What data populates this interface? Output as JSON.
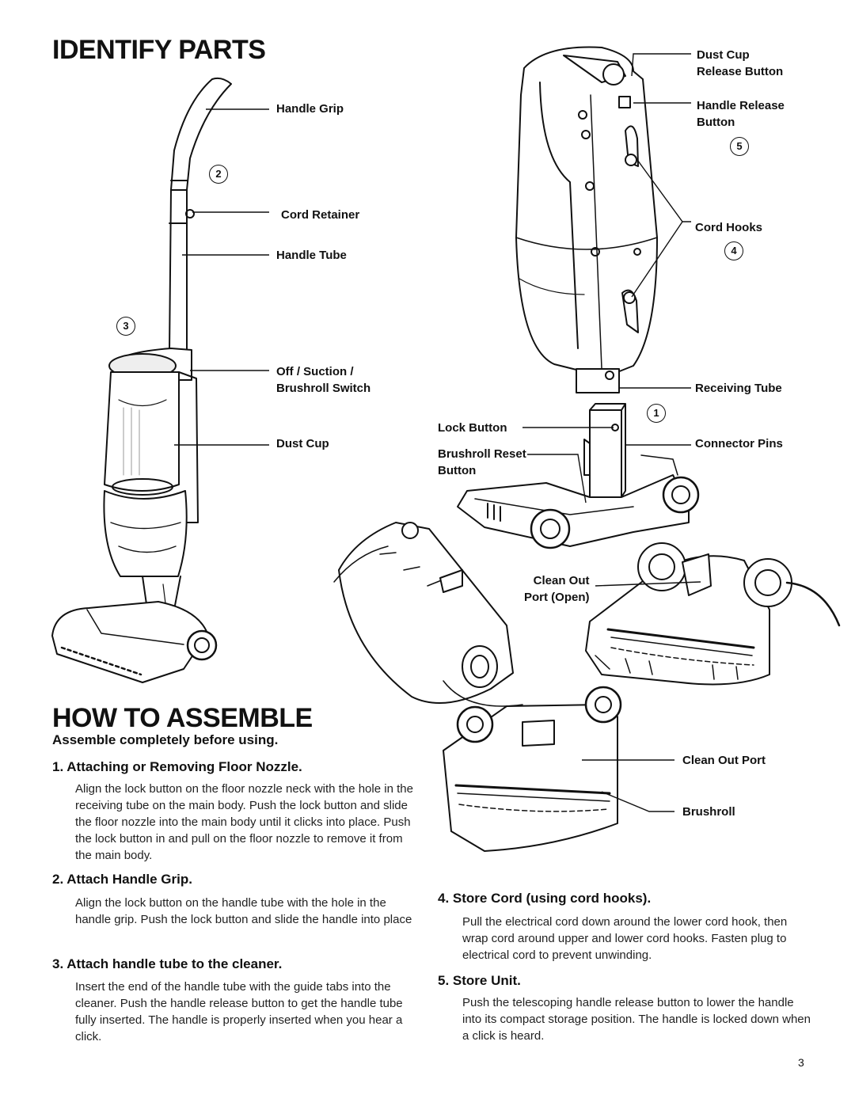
{
  "title_identify": "IDENTIFY PARTS",
  "title_assemble": "HOW TO ASSEMBLE",
  "labels": {
    "handle_grip": "Handle Grip",
    "cord_retainer": "Cord Retainer",
    "handle_tube": "Handle Tube",
    "switch": "Off / Suction /\nBrushroll Switch",
    "dust_cup": "Dust Cup",
    "dust_cup_release": "Dust Cup\nRelease Button",
    "handle_release": "Handle Release\nButton",
    "cord_hooks": "Cord Hooks",
    "receiving_tube": "Receiving Tube",
    "lock_button": "Lock Button",
    "brushroll_reset": "Brushroll Reset\nButton",
    "connector_pins": "Connector Pins",
    "clean_out_open": "Clean Out\nPort (Open)",
    "clean_out_port": "Clean Out Port",
    "brushroll": "Brushroll"
  },
  "callout_numbers": {
    "n1": "1",
    "n2": "2",
    "n3": "3",
    "n4": "4",
    "n5": "5"
  },
  "intro": "Assemble completely before using.",
  "steps": [
    {
      "heading": "1. Attaching or Removing Floor Nozzle.",
      "text": "Align the lock button on the floor nozzle neck with the hole in the receiving tube on the main body. Push the lock button and slide the floor nozzle into the main body until it clicks into place. Push the lock button in and pull on the floor nozzle to remove it from the main body."
    },
    {
      "heading": "2. Attach Handle Grip.",
      "text": "Align the lock button on the handle tube with the hole in the handle grip. Push the lock button and slide the handle into place"
    },
    {
      "heading": "3. Attach handle tube to the cleaner.",
      "text": "Insert the end of the handle tube with the guide tabs into the cleaner. Push the handle release button to get the handle tube fully inserted. The handle is properly inserted when you hear a click."
    },
    {
      "heading": "4. Store Cord (using cord hooks).",
      "text": "Pull the electrical cord down around the lower cord hook, then wrap cord around upper and lower cord hooks. Fasten plug to electrical cord to prevent unwinding."
    },
    {
      "heading": "5. Store Unit.",
      "text": "Push the telescoping handle release button to lower the handle into its compact storage position. The handle is locked down when a click is heard."
    }
  ],
  "page_number": "3"
}
